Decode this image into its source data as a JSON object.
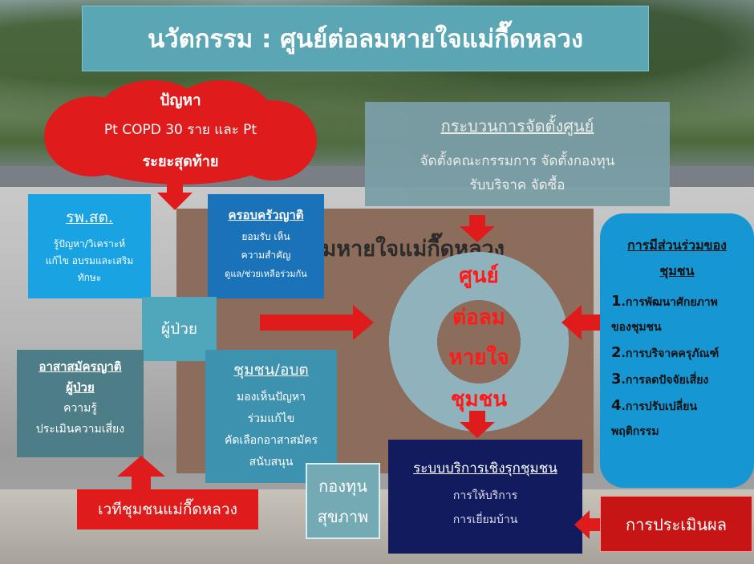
{
  "title": "นวัตกรรม : ศูนย์ต่อลมหายใจแม่กื๊ดหลวง",
  "background": {
    "building_sign": "ลมหายใจแม่กื๊ดหลวง"
  },
  "problem": {
    "heading": "ปัญหา",
    "line1": "Pt COPD 30 ราย และ Pt",
    "line2": "ระยะสุดท้าย"
  },
  "process": {
    "heading": "กระบวนการจัดตั้งศูนย์",
    "line1": "จัดตั้งคณะกรรมการ  จัดตั้งกองทุน",
    "line2": "รับบริจาค  จัดซื้อ"
  },
  "hospital": {
    "heading": "รพ.สต.",
    "line1": "รู้ปัญหา/วิเคราะห์",
    "line2": "แก้ไข อบรมและเสริม",
    "line3": "ทักษะ"
  },
  "family": {
    "heading": "ครอบครัวญาติ",
    "line1": "ยอมรับ เห็น",
    "line2": "ความสำคัญ",
    "line3": "ดูแล/ช่วยเหลือร่วมกัน"
  },
  "patient": "ผู้ป่วย",
  "volunteer": {
    "heading1": "อาสาสมัครญาติ",
    "heading2": "ผู้ป่วย",
    "line1": "ความรู้",
    "line2": "ประเมินความเสี่ยง"
  },
  "community": {
    "heading": "ชุมชน/อบต",
    "line1": "มองเห็นปัญหา",
    "line2": "ร่วมแก้ไข",
    "line3": "คัดเลือกอาสาสมัคร",
    "line4": "สนับสนุน"
  },
  "fund": {
    "line1": "กองทุน",
    "line2": "สุขภาพ"
  },
  "forum": "เวทีชุมชนแม่กื๊ดหลวง",
  "center": {
    "line1": "ศูนย์",
    "line2": "ต่อลม",
    "line3": "หายใจ",
    "line4": "ชุมชน"
  },
  "service": {
    "heading": "ระบบบริการเชิงรุกชุมชน",
    "line1": "การให้บริการ",
    "line2": "การเยี่ยมบ้าน"
  },
  "participation": {
    "heading1": "การมีส่วนร่วมของ",
    "heading2": "ชุมชน",
    "items": [
      {
        "num": "1",
        "text": ".การพัฒนาศักยภาพ",
        "cont": "ของชุมชน"
      },
      {
        "num": "2",
        "text": ".การบริจาคครุภัณฑ์",
        "cont": ""
      },
      {
        "num": "3",
        "text": ".การลดปัจจัยเสี่ยง",
        "cont": ""
      },
      {
        "num": "4",
        "text": ".การปรับเปลี่ยน",
        "cont": "พฤติกรรม"
      }
    ]
  },
  "evaluation": "การประเมินผล",
  "colors": {
    "red": "#e01b1b",
    "teal": "#5aa6b4",
    "navy": "#111b5e",
    "sky": "#1697d4"
  }
}
